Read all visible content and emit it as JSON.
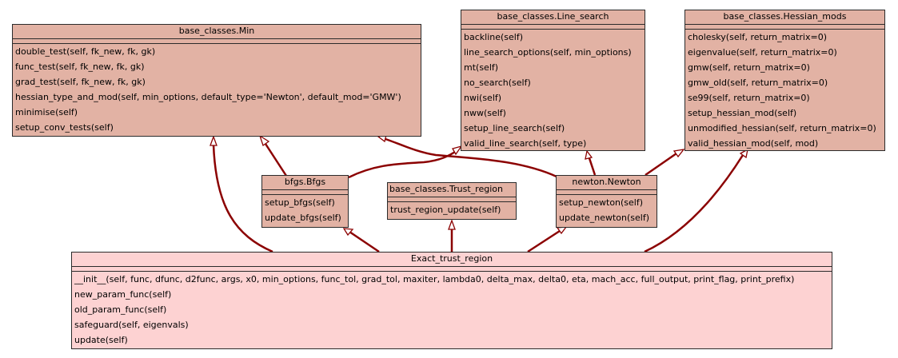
{
  "diagram": {
    "type": "uml-class-inheritance",
    "colors": {
      "class_fill": "#e2b2a4",
      "leaf_fill": "#fdd2d2",
      "edge": "#8b0000",
      "border": "#2b2b2b"
    },
    "classes": {
      "min": {
        "name": "base_classes.Min",
        "methods": [
          "double_test(self, fk_new, fk, gk)",
          "func_test(self, fk_new, fk, gk)",
          "grad_test(self, fk_new, fk, gk)",
          "hessian_type_and_mod(self, min_options, default_type='Newton', default_mod='GMW')",
          "minimise(self)",
          "setup_conv_tests(self)"
        ]
      },
      "line_search": {
        "name": "base_classes.Line_search",
        "methods": [
          "backline(self)",
          "line_search_options(self, min_options)",
          "mt(self)",
          "no_search(self)",
          "nwi(self)",
          "nww(self)",
          "setup_line_search(self)",
          "valid_line_search(self, type)"
        ]
      },
      "hessian_mods": {
        "name": "base_classes.Hessian_mods",
        "methods": [
          "cholesky(self, return_matrix=0)",
          "eigenvalue(self, return_matrix=0)",
          "gmw(self, return_matrix=0)",
          "gmw_old(self, return_matrix=0)",
          "se99(self, return_matrix=0)",
          "setup_hessian_mod(self)",
          "unmodified_hessian(self, return_matrix=0)",
          "valid_hessian_mod(self, mod)"
        ]
      },
      "bfgs": {
        "name": "bfgs.Bfgs",
        "methods": [
          "setup_bfgs(self)",
          "update_bfgs(self)"
        ]
      },
      "trust_region": {
        "name": "base_classes.Trust_region",
        "methods": [
          "trust_region_update(self)"
        ]
      },
      "newton": {
        "name": "newton.Newton",
        "methods": [
          "setup_newton(self)",
          "update_newton(self)"
        ]
      },
      "exact_trust_region": {
        "name": "Exact_trust_region",
        "methods": [
          "__init__(self, func, dfunc, d2func, args, x0, min_options, func_tol, grad_tol, maxiter, lambda0, delta_max, delta0, eta, mach_acc, full_output, print_flag, print_prefix)",
          "new_param_func(self)",
          "old_param_func(self)",
          "safeguard(self, eigenvals)",
          "update(self)"
        ]
      }
    },
    "inheritance": [
      {
        "child": "bfgs",
        "parent": "min"
      },
      {
        "child": "bfgs",
        "parent": "line_search"
      },
      {
        "child": "newton",
        "parent": "min"
      },
      {
        "child": "newton",
        "parent": "line_search"
      },
      {
        "child": "newton",
        "parent": "hessian_mods"
      },
      {
        "child": "exact_trust_region",
        "parent": "min"
      },
      {
        "child": "exact_trust_region",
        "parent": "bfgs"
      },
      {
        "child": "exact_trust_region",
        "parent": "trust_region"
      },
      {
        "child": "exact_trust_region",
        "parent": "newton"
      },
      {
        "child": "exact_trust_region",
        "parent": "hessian_mods"
      }
    ]
  }
}
